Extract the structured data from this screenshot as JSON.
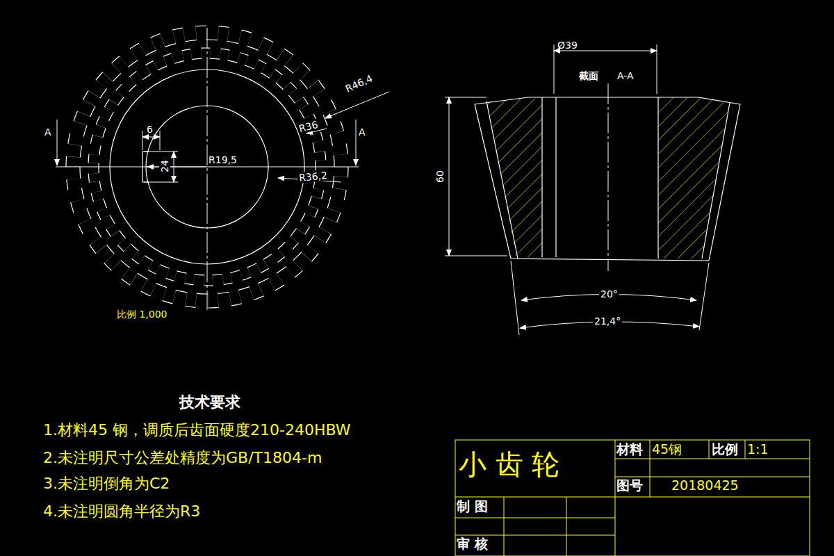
{
  "diagram": {
    "labels": [
      "A",
      "A",
      "6",
      "R46,4",
      "R36",
      "R19,5",
      "24",
      "R36,2",
      "比例 1,000",
      "Ø39",
      "截面",
      "A-A",
      "60",
      "20°",
      "21,4°",
      "技术要求",
      "1.材料45 钢，调质后齿面硬度210-240HBW",
      "2.未注明尺寸公差处精度为GB/T1804-m",
      "3.未注明倒角为C2",
      "4.未注明圆角半径为R3",
      "小 齿 轮",
      "材料",
      "45钢",
      "比例",
      "1:1",
      "图号",
      "20180425",
      "制 图",
      "审 核"
    ]
  }
}
